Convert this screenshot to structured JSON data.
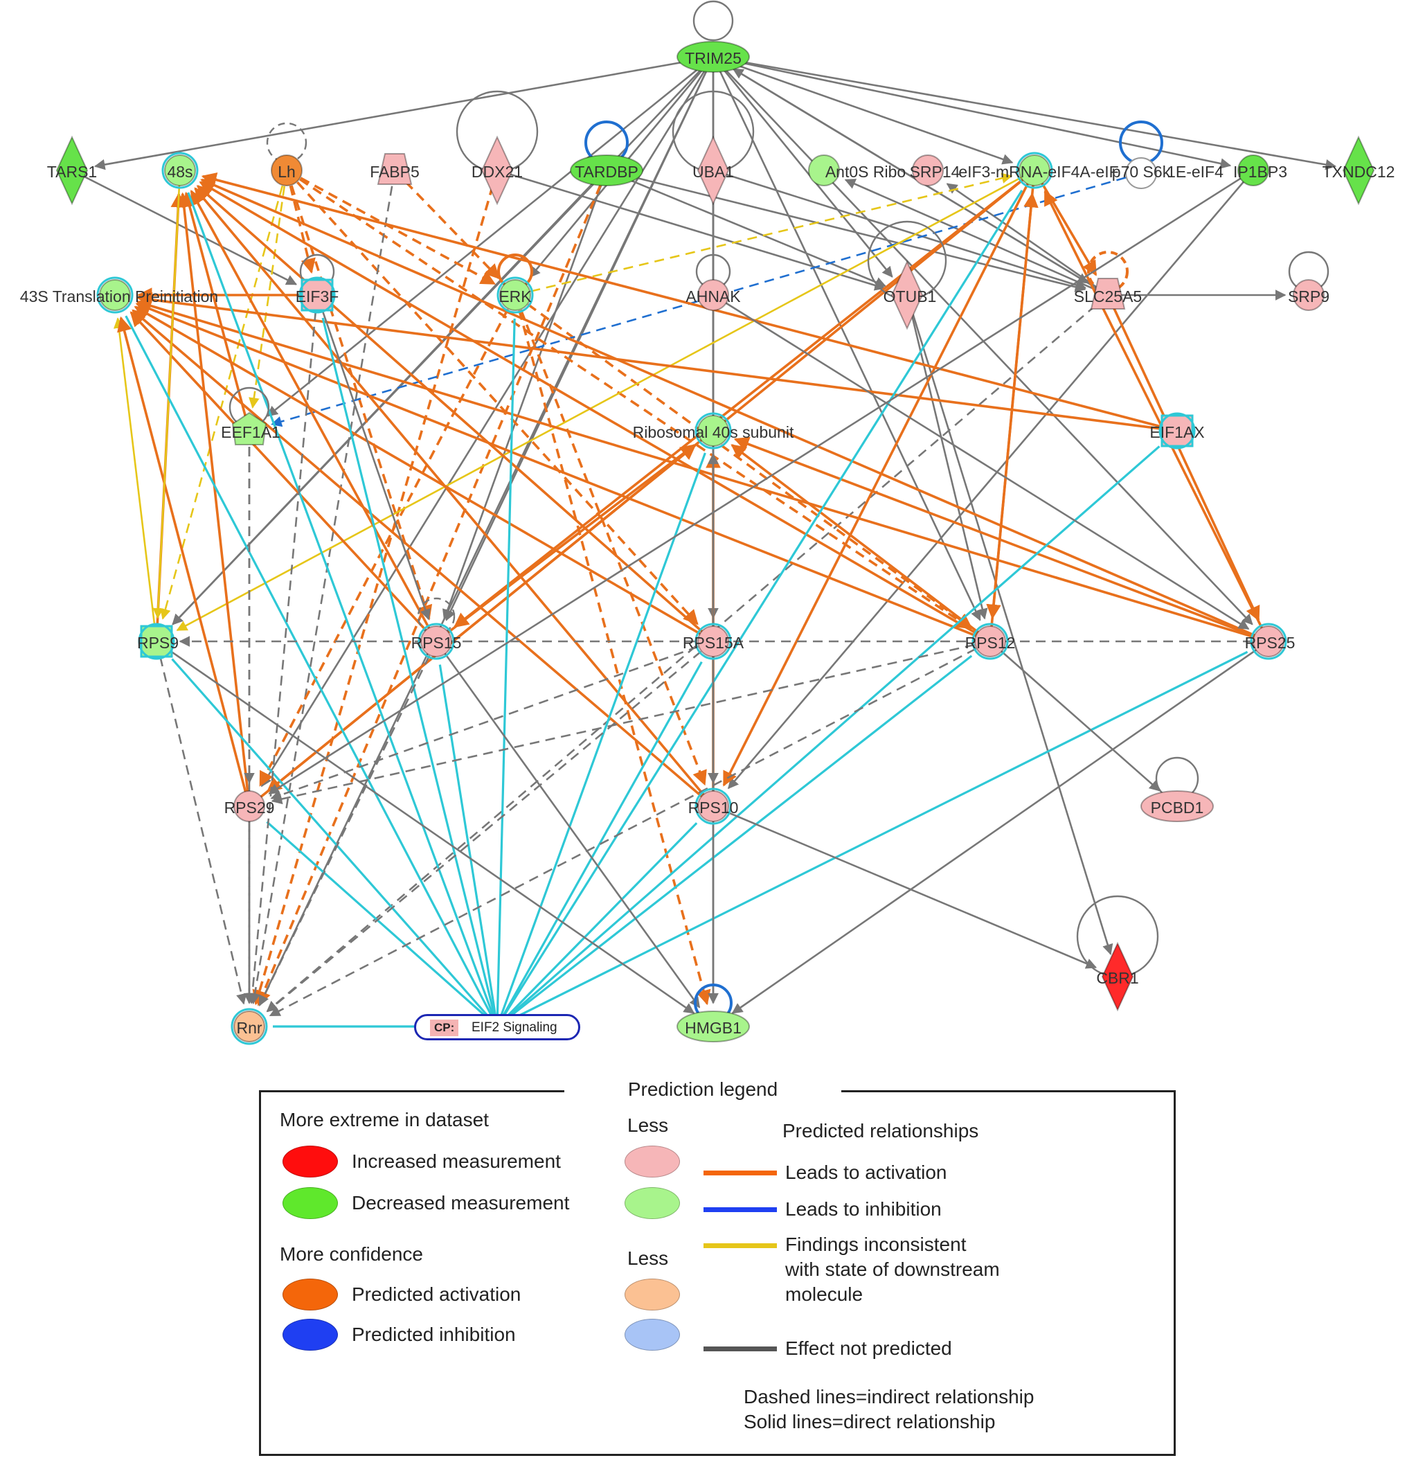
{
  "colors": {
    "activation": "#e8701c",
    "inhibition": "#1f6fd0",
    "inconsistent": "#e6c619",
    "not_predicted": "#777777",
    "eif2_link": "#2ec8d6",
    "node_red": "#ff2a2a",
    "node_green": "#66e24a",
    "node_pink": "#f6b6b8",
    "node_light_green": "#a8f48c",
    "node_orange": "#f08a35",
    "node_light_orange": "#fbc193",
    "node_light_blue": "#a8c4f6",
    "node_blue": "#1f3ff2"
  },
  "nodes": [
    {
      "id": "TRIM25",
      "label": "TRIM25",
      "shape": "ellipse",
      "fill": "node_green",
      "ring": false
    },
    {
      "id": "TARS1",
      "label": "TARS1",
      "shape": "diamond",
      "fill": "node_green",
      "ring": false
    },
    {
      "id": "48s",
      "label": "48s",
      "shape": "circle",
      "fill": "node_light_green",
      "ring": true
    },
    {
      "id": "Lh",
      "label": "Lh",
      "shape": "circle",
      "fill": "node_orange",
      "ring": false
    },
    {
      "id": "FABP5",
      "label": "FABP5",
      "shape": "trapezoid",
      "fill": "node_pink",
      "ring": false
    },
    {
      "id": "DDX21",
      "label": "DDX21",
      "shape": "diamond",
      "fill": "node_pink",
      "ring": false
    },
    {
      "id": "TARDBP",
      "label": "TARDBP",
      "shape": "ellipse",
      "fill": "node_green",
      "ring": false
    },
    {
      "id": "UBA1",
      "label": "UBA1",
      "shape": "diamond",
      "fill": "node_pink",
      "ring": false
    },
    {
      "id": "Ant0S",
      "label": "Ant0S Ribo",
      "shape": "circle",
      "fill": "node_light_green",
      "ring": false
    },
    {
      "id": "SRP14",
      "label": "SRP14",
      "shape": "circle",
      "fill": "node_pink",
      "ring": false
    },
    {
      "id": "eIF3",
      "label": "eIF3-mRNA-eIF4A-eIF",
      "shape": "circle",
      "fill": "node_light_green",
      "ring": true
    },
    {
      "id": "p70",
      "label": "p70 S6k",
      "shape": "circle",
      "fill": "none",
      "ring": false
    },
    {
      "id": "eIF4E",
      "label": "1E-eIF4",
      "shape": "none",
      "fill": "none",
      "ring": false
    },
    {
      "id": "IP1BP3",
      "label": "IP1BP3",
      "shape": "circle",
      "fill": "node_green",
      "ring": false
    },
    {
      "id": "TXNDC12",
      "label": "TXNDC12",
      "shape": "diamond",
      "fill": "node_green",
      "ring": false
    },
    {
      "id": "43S",
      "label": "43S Translation Preinitiation",
      "shape": "circle",
      "fill": "node_light_green",
      "ring": true
    },
    {
      "id": "EIF3F",
      "label": "EIF3F",
      "shape": "square",
      "fill": "node_pink",
      "ring": true
    },
    {
      "id": "ERK",
      "label": "ERK",
      "shape": "circle",
      "fill": "node_light_green",
      "ring": true
    },
    {
      "id": "AHNAK",
      "label": "AHNAK",
      "shape": "circle",
      "fill": "node_pink",
      "ring": false
    },
    {
      "id": "OTUB1",
      "label": "OTUB1",
      "shape": "diamond",
      "fill": "node_pink",
      "ring": false
    },
    {
      "id": "SLC25A5",
      "label": "SLC25A5",
      "shape": "trapezoid",
      "fill": "node_pink",
      "ring": false
    },
    {
      "id": "SRP9",
      "label": "SRP9",
      "shape": "circle",
      "fill": "node_pink",
      "ring": false
    },
    {
      "id": "EEF1A1",
      "label": "EEF1A1",
      "shape": "pentagon",
      "fill": "node_light_green",
      "ring": false
    },
    {
      "id": "R40S",
      "label": "Ribosomal 40s subunit",
      "shape": "circle",
      "fill": "node_light_green",
      "ring": true
    },
    {
      "id": "EIF1AX",
      "label": "EIF1AX",
      "shape": "square",
      "fill": "node_pink",
      "ring": true
    },
    {
      "id": "RPS9",
      "label": "RPS9",
      "shape": "square",
      "fill": "node_light_green",
      "ring": true
    },
    {
      "id": "RPS15",
      "label": "RPS15",
      "shape": "circle",
      "fill": "node_pink",
      "ring": true
    },
    {
      "id": "RPS15A",
      "label": "RPS15A",
      "shape": "circle",
      "fill": "node_pink",
      "ring": true
    },
    {
      "id": "RPS12",
      "label": "RPS12",
      "shape": "circle",
      "fill": "node_pink",
      "ring": true
    },
    {
      "id": "RPS25",
      "label": "RPS25",
      "shape": "circle",
      "fill": "node_pink",
      "ring": true
    },
    {
      "id": "RPS29",
      "label": "RPS29",
      "shape": "circle",
      "fill": "node_pink",
      "ring": false
    },
    {
      "id": "RPS10",
      "label": "RPS10",
      "shape": "circle",
      "fill": "node_pink",
      "ring": true
    },
    {
      "id": "PCBD1",
      "label": "PCBD1",
      "shape": "ellipse",
      "fill": "node_pink",
      "ring": false
    },
    {
      "id": "CBR1",
      "label": "CBR1",
      "shape": "diamond",
      "fill": "node_red",
      "ring": false
    },
    {
      "id": "Rnr",
      "label": "Rnr",
      "shape": "circle",
      "fill": "node_light_orange",
      "ring": true
    },
    {
      "id": "HMGB1",
      "label": "HMGB1",
      "shape": "ellipse",
      "fill": "node_light_green",
      "ring": false
    },
    {
      "id": "EIF2",
      "label": "EIF2 Signaling",
      "shape": "pathway",
      "fill": "none",
      "ring": false
    }
  ],
  "cp_box": {
    "tag": "CP:",
    "label": "EIF2 Signaling"
  },
  "edges": [
    [
      "TRIM25",
      "TARS1",
      "grey",
      "solid"
    ],
    [
      "TRIM25",
      "TXNDC12",
      "grey",
      "solid"
    ],
    [
      "TRIM25",
      "IP1BP3",
      "grey",
      "solid"
    ],
    [
      "TRIM25",
      "eIF3",
      "grey",
      "solid"
    ],
    [
      "TRIM25",
      "SLC25A5",
      "grey",
      "solid"
    ],
    [
      "TRIM25",
      "RPS15A",
      "grey",
      "solid"
    ],
    [
      "TRIM25",
      "RPS12",
      "grey",
      "solid"
    ],
    [
      "TRIM25",
      "RPS15",
      "grey",
      "solid"
    ],
    [
      "TRIM25",
      "EEF1A1",
      "grey",
      "solid"
    ],
    [
      "TRIM25",
      "RPS9",
      "grey",
      "solid"
    ],
    [
      "TRIM25",
      "Rnr",
      "grey",
      "solid"
    ],
    [
      "TRIM25",
      "RPS25",
      "grey",
      "solid"
    ],
    [
      "TRIM25",
      "ERK",
      "grey",
      "solid"
    ],
    [
      "TRIM25",
      "HMGB1",
      "grey",
      "solid"
    ],
    [
      "TRIM25",
      "OTUB1",
      "grey",
      "solid"
    ],
    [
      "TRIM25",
      "RPS29",
      "grey",
      "solid"
    ],
    [
      "SLC25A5",
      "TRIM25",
      "grey",
      "solid"
    ],
    [
      "TARS1",
      "EIF3F",
      "grey",
      "solid"
    ],
    [
      "TARDBP",
      "RPS9",
      "grey",
      "solid"
    ],
    [
      "TARDBP",
      "SLC25A5",
      "grey",
      "solid"
    ],
    [
      "TARDBP",
      "OTUB1",
      "grey",
      "solid"
    ],
    [
      "TARDBP",
      "RPS15",
      "grey",
      "solid"
    ],
    [
      "TARDBP",
      "Rnr",
      "orange",
      "dashed"
    ],
    [
      "DDX21",
      "Rnr",
      "orange",
      "dashed"
    ],
    [
      "DDX21",
      "OTUB1",
      "grey",
      "solid"
    ],
    [
      "UBA1",
      "RPS10",
      "grey",
      "solid"
    ],
    [
      "UBA1",
      "SLC25A5",
      "grey",
      "solid"
    ],
    [
      "SLC25A5",
      "Ant0S",
      "grey",
      "solid"
    ],
    [
      "SLC25A5",
      "SRP14",
      "grey",
      "solid"
    ],
    [
      "SLC25A5",
      "SRP9",
      "grey",
      "solid"
    ],
    [
      "OTUB1",
      "CBR1",
      "grey",
      "solid"
    ],
    [
      "OTUB1",
      "RPS12",
      "grey",
      "solid"
    ],
    [
      "IP1BP3",
      "RPS10",
      "grey",
      "solid"
    ],
    [
      "SLC25A5",
      "Rnr",
      "grey",
      "dashed"
    ],
    [
      "Lh",
      "ERK",
      "orange",
      "dashed"
    ],
    [
      "Lh",
      "RPS15",
      "orange",
      "dashed"
    ],
    [
      "Lh",
      "RPS15A",
      "orange",
      "dashed"
    ],
    [
      "Lh",
      "EEF1A1",
      "yellow",
      "dashed"
    ],
    [
      "Lh",
      "RPS9",
      "yellow",
      "dashed"
    ],
    [
      "Lh",
      "RPS12",
      "orange",
      "dashed"
    ],
    [
      "Lh",
      "EIF3F",
      "orange",
      "dashed"
    ],
    [
      "FABP5",
      "Rnr",
      "grey",
      "dashed"
    ],
    [
      "FABP5",
      "ERK",
      "orange",
      "dashed"
    ],
    [
      "ERK",
      "RPS10",
      "orange",
      "dashed"
    ],
    [
      "ERK",
      "HMGB1",
      "orange",
      "dashed"
    ],
    [
      "ERK",
      "RPS12",
      "orange",
      "dashed"
    ],
    [
      "ERK",
      "RPS29",
      "orange",
      "dashed"
    ],
    [
      "ERK",
      "eIF3",
      "yellow",
      "dashed"
    ],
    [
      "p70",
      "EEF1A1",
      "blue",
      "dashed"
    ],
    [
      "eIF3",
      "SLC25A5",
      "orange",
      "solid"
    ],
    [
      "eIF3",
      "RPS15",
      "orange",
      "solid"
    ],
    [
      "eIF3",
      "RPS29",
      "orange",
      "solid"
    ],
    [
      "eIF3",
      "RPS10",
      "orange",
      "solid"
    ],
    [
      "eIF3",
      "RPS12",
      "orange",
      "solid"
    ],
    [
      "eIF3",
      "RPS9",
      "yellow",
      "solid"
    ],
    [
      "SLC25A5",
      "RPS25",
      "orange",
      "solid"
    ],
    [
      "RPS9",
      "48s",
      "orange",
      "solid"
    ],
    [
      "RPS9",
      "43S",
      "yellow",
      "solid"
    ],
    [
      "RPS15",
      "48s",
      "orange",
      "solid"
    ],
    [
      "RPS15",
      "43S",
      "orange",
      "solid"
    ],
    [
      "RPS15A",
      "48s",
      "orange",
      "solid"
    ],
    [
      "RPS15A",
      "43S",
      "orange",
      "solid"
    ],
    [
      "RPS12",
      "48s",
      "orange",
      "solid"
    ],
    [
      "RPS12",
      "43S",
      "orange",
      "solid"
    ],
    [
      "RPS25",
      "48s",
      "orange",
      "solid"
    ],
    [
      "RPS25",
      "43S",
      "orange",
      "solid"
    ],
    [
      "RPS29",
      "48s",
      "orange",
      "solid"
    ],
    [
      "RPS29",
      "43S",
      "orange",
      "solid"
    ],
    [
      "RPS10",
      "48s",
      "orange",
      "solid"
    ],
    [
      "RPS10",
      "43S",
      "orange",
      "solid"
    ],
    [
      "EIF1AX",
      "48s",
      "orange",
      "solid"
    ],
    [
      "EIF1AX",
      "43S",
      "orange",
      "solid"
    ],
    [
      "EIF3F",
      "43S",
      "orange",
      "solid"
    ],
    [
      "EEF1A1",
      "48s",
      "orange",
      "solid"
    ],
    [
      "RPS25",
      "R40S",
      "orange",
      "solid"
    ],
    [
      "RPS12",
      "R40S",
      "orange",
      "solid"
    ],
    [
      "RPS29",
      "R40S",
      "orange",
      "solid"
    ],
    [
      "RPS15",
      "R40S",
      "orange",
      "solid"
    ],
    [
      "RPS10",
      "R40S",
      "orange",
      "solid"
    ],
    [
      "RPS25",
      "eIF3",
      "orange",
      "solid"
    ],
    [
      "RPS12",
      "eIF3",
      "orange",
      "solid"
    ],
    [
      "48s",
      "RPS9",
      "yellow",
      "solid"
    ],
    [
      "EIF2",
      "Rnr",
      "cyan",
      "solid"
    ],
    [
      "EIF2",
      "RPS9",
      "cyan",
      "solid"
    ],
    [
      "EIF2",
      "RPS15",
      "cyan",
      "solid"
    ],
    [
      "EIF2",
      "RPS15A",
      "cyan",
      "solid"
    ],
    [
      "EIF2",
      "RPS12",
      "cyan",
      "solid"
    ],
    [
      "EIF2",
      "RPS25",
      "cyan",
      "solid"
    ],
    [
      "EIF2",
      "RPS29",
      "cyan",
      "solid"
    ],
    [
      "EIF2",
      "RPS10",
      "cyan",
      "solid"
    ],
    [
      "EIF2",
      "EIF3F",
      "cyan",
      "solid"
    ],
    [
      "EIF2",
      "ERK",
      "cyan",
      "solid"
    ],
    [
      "EIF2",
      "48s",
      "cyan",
      "solid"
    ],
    [
      "EIF2",
      "R40S",
      "cyan",
      "solid"
    ],
    [
      "EIF2",
      "eIF3",
      "cyan",
      "solid"
    ],
    [
      "EIF2",
      "EIF1AX",
      "cyan",
      "solid"
    ],
    [
      "EIF2",
      "43S",
      "cyan",
      "solid"
    ],
    [
      "RPS25",
      "RPS9",
      "grey",
      "dashed"
    ],
    [
      "RPS15A",
      "Rnr",
      "grey",
      "dashed"
    ],
    [
      "RPS12",
      "Rnr",
      "grey",
      "dashed"
    ],
    [
      "RPS15",
      "Rnr",
      "grey",
      "dashed"
    ],
    [
      "RPS9",
      "Rnr",
      "grey",
      "dashed"
    ],
    [
      "RPS29",
      "Rnr",
      "grey",
      "dashed"
    ],
    [
      "EEF1A1",
      "Rnr",
      "grey",
      "dashed"
    ],
    [
      "EIF3F",
      "Rnr",
      "grey",
      "dashed"
    ],
    [
      "RPS15A",
      "RPS29",
      "grey",
      "dashed"
    ],
    [
      "RPS12",
      "RPS29",
      "grey",
      "dashed"
    ],
    [
      "R40S",
      "RPS10",
      "grey",
      "solid"
    ],
    [
      "RPS10",
      "R40S",
      "grey",
      "solid"
    ],
    [
      "RPS10",
      "HMGB1",
      "grey",
      "solid"
    ],
    [
      "RPS9",
      "HMGB1",
      "grey",
      "solid"
    ],
    [
      "RPS15",
      "HMGB1",
      "grey",
      "solid"
    ],
    [
      "RPS25",
      "HMGB1",
      "grey",
      "solid"
    ],
    [
      "RPS12",
      "PCBD1",
      "grey",
      "solid"
    ],
    [
      "RPS10",
      "CBR1",
      "grey",
      "solid"
    ],
    [
      "EIF3F",
      "RPS15",
      "grey",
      "solid"
    ],
    [
      "EEF1A1",
      "RPS29",
      "grey",
      "dashed"
    ],
    [
      "RPS29",
      "Rnr",
      "grey",
      "solid"
    ],
    [
      "IP1BP3",
      "RPS29",
      "grey",
      "solid"
    ],
    [
      "AHNAK",
      "RPS25",
      "grey",
      "solid"
    ]
  ],
  "legend": {
    "title": "Prediction legend",
    "more_extreme": "More extreme in dataset",
    "increased": "Increased measurement",
    "decreased": "Decreased measurement",
    "more_confidence": "More confidence",
    "pred_activation": "Predicted activation",
    "pred_inhibition": "Predicted inhibition",
    "less_1": "Less",
    "less_2": "Less",
    "predicted_relationships": "Predicted relationships",
    "leads_activation": "Leads to activation",
    "leads_inhibition": "Leads to inhibition",
    "inconsistent_1": "Findings inconsistent",
    "inconsistent_2": "with state of downstream",
    "inconsistent_3": "molecule",
    "effect_not_predicted": "Effect not predicted",
    "dashed_note": "Dashed lines=indirect relationship",
    "solid_note": "Solid lines=direct relationship"
  }
}
